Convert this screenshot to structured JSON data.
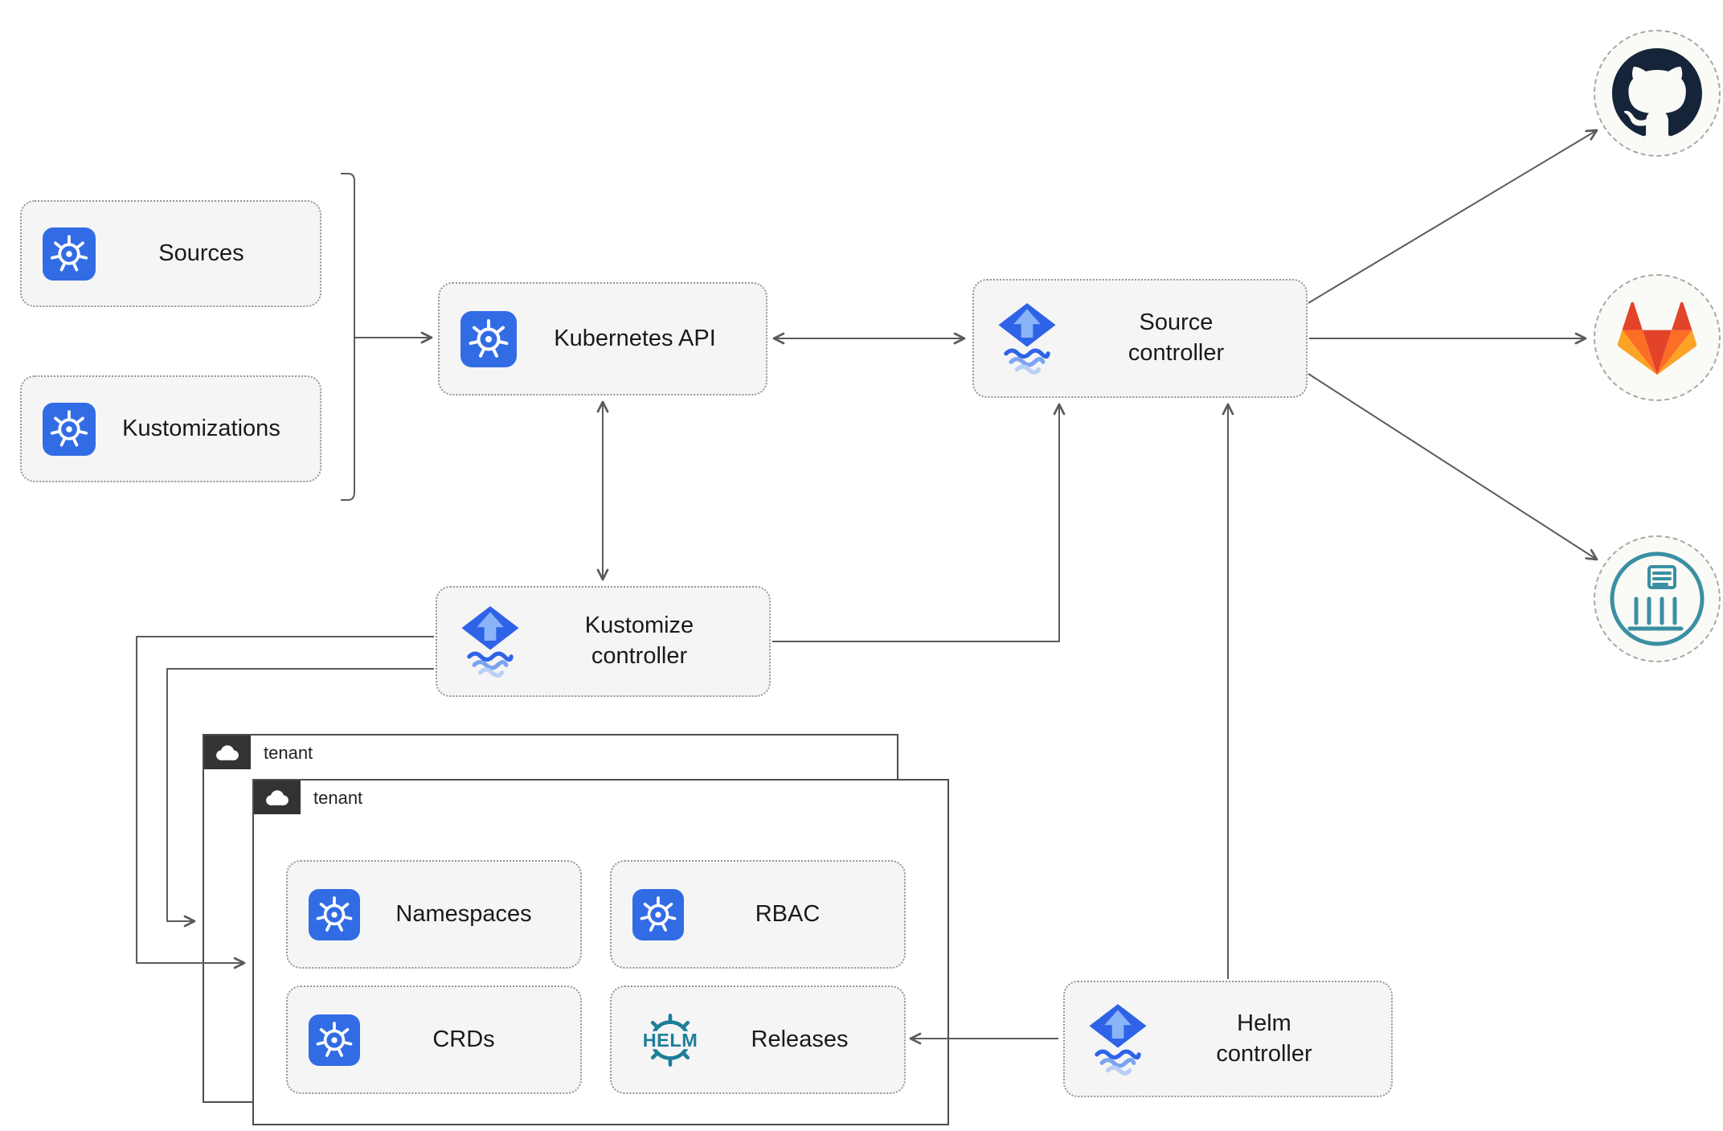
{
  "nodes": {
    "sources": "Sources",
    "kustomizations": "Kustomizations",
    "kubernetes_api": "Kubernetes API",
    "source_controller": "Source\ncontroller",
    "kustomize_controller": "Kustomize\ncontroller",
    "helm_controller": "Helm\ncontroller"
  },
  "tenants": {
    "back": {
      "label": "tenant"
    },
    "front": {
      "label": "tenant",
      "items": {
        "namespaces": "Namespaces",
        "rbac": "RBAC",
        "crds": "CRDs",
        "releases": "Releases"
      }
    }
  },
  "helm_logo": {
    "text": "HELM"
  },
  "external_targets": [
    {
      "name": "github",
      "icon": "github-octocat-icon"
    },
    {
      "name": "gitlab",
      "icon": "gitlab-tanuki-icon"
    },
    {
      "name": "container-registry",
      "icon": "registry-icon"
    }
  ],
  "colors": {
    "kubernetes_blue": "#326ce5",
    "flux_blue": "#2f63e7",
    "flux_arrow_light": "#8ab4f8",
    "helm_teal": "#1e7e99",
    "github_navy": "#16243a",
    "gitlab_red": "#e24329",
    "gitlab_orange": "#fc6d26",
    "gitlab_yellow": "#fca326",
    "registry_teal": "#3a8fa3",
    "connector_gray": "#5b5b5b",
    "node_fill": "#f5f5f5",
    "node_border": "#999999",
    "tenant_tab": "#333333"
  }
}
